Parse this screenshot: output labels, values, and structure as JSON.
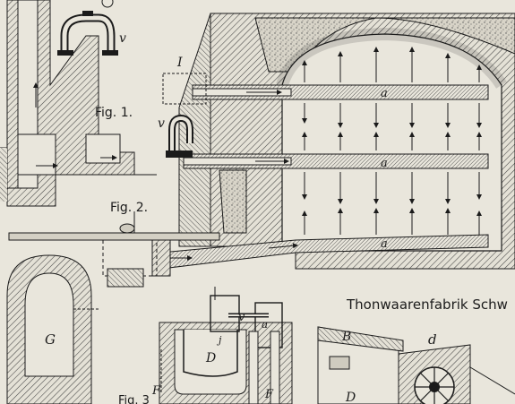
{
  "figures": {
    "fig1": "Fig. 1.",
    "fig2": "Fig. 2.",
    "fig3": "Fig. 3"
  },
  "caption": "Thonwaarenfabrik Schw",
  "letters": {
    "v_top": "v",
    "I_mark": "I",
    "v_mid": "v",
    "a_top": "a",
    "a_mid": "a",
    "a_bottom": "a",
    "G": "G",
    "D": "D",
    "v_small": "v",
    "a_small": "a",
    "j": "j",
    "F_left": "F",
    "F_right": "F",
    "B": "B",
    "d": "d",
    "D_right": "D"
  },
  "colors": {
    "paper": "#e9e6dc",
    "ink": "#1b1b1b",
    "hatch": "#444444",
    "stipple": "#bdb8aa"
  }
}
